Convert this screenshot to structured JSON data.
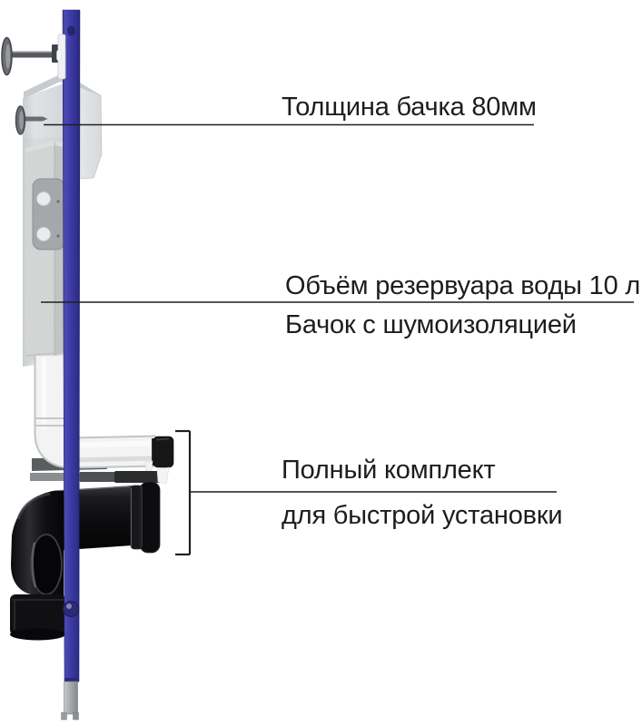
{
  "annotations": {
    "tank_thickness": {
      "text": "Толщина бачка 80мм"
    },
    "volume": {
      "line1": "Объём резервуара воды 10 л",
      "line2": "Бачок с шумоизоляцией"
    },
    "kit": {
      "line1": "Полный комплект",
      "line2": "для быстрой установки"
    }
  },
  "colors": {
    "frame_blue": "#3A3AA2",
    "drain_black": "#121214",
    "tank_gray": "#D8DBDA",
    "metal_gray": "#9A9DA0",
    "pipe_white": "#F2F3F2",
    "text_color": "#1D1D1D",
    "line_color": "#1F1F1F"
  }
}
